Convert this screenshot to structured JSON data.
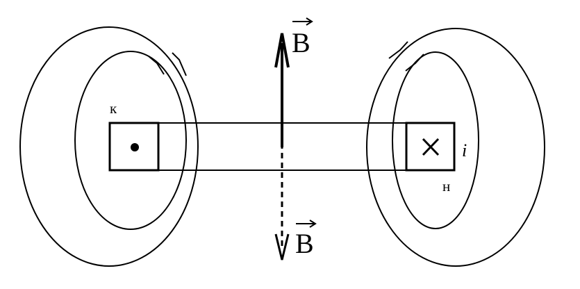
{
  "labels": {
    "left_coil": "к",
    "right_coil": "н",
    "current": "i",
    "field_top": "B",
    "field_bottom": "B"
  },
  "symbols": {
    "left_current_direction": "out-of-page-dot",
    "right_current_direction": "into-page-cross"
  },
  "colors": {
    "stroke": "#000000",
    "background": "#ffffff"
  }
}
